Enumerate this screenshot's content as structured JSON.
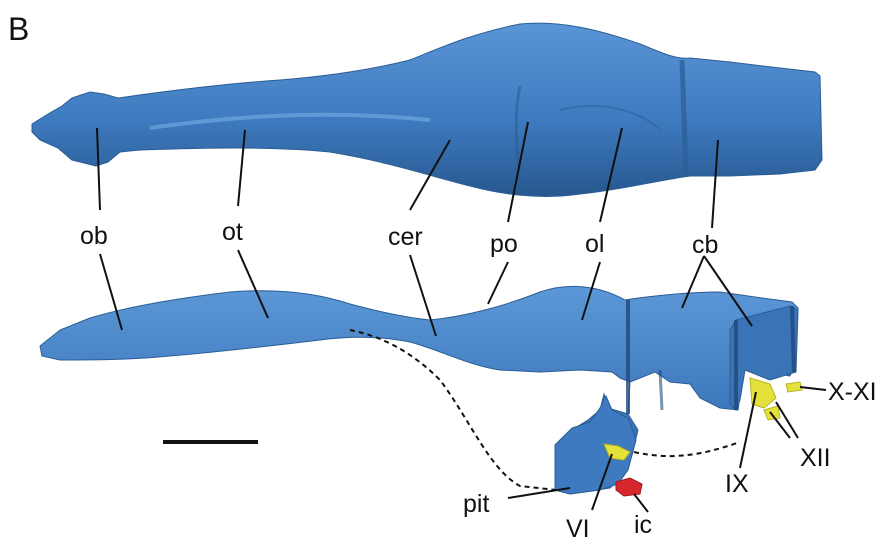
{
  "panel_letter": "B",
  "colors": {
    "brain": "#3f7bc0",
    "brain_dark": "#2b5d96",
    "nerve": "#e4e23a",
    "artery": "#d8262d"
  },
  "labels": {
    "ob": "ob",
    "ot": "ot",
    "cer": "cer",
    "po": "po",
    "ol": "ol",
    "cb": "cb",
    "x_xi": "X-XI",
    "xii": "XII",
    "ix": "IX",
    "pit": "pit",
    "vi": "VI",
    "ic": "ic"
  }
}
